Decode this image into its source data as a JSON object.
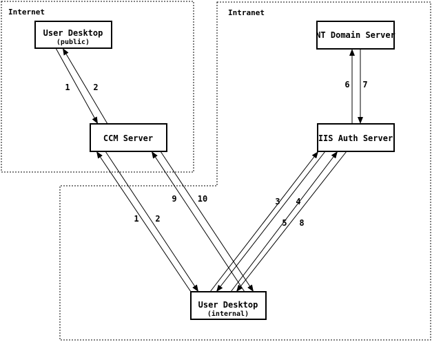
{
  "zones": {
    "internet": {
      "label": "Internet"
    },
    "intranet": {
      "label": "Intranet"
    }
  },
  "nodes": {
    "user_desktop_public": {
      "title": "User Desktop",
      "subtitle": "(public)"
    },
    "ccm_server": {
      "title": "CCM Server"
    },
    "nt_domain_server": {
      "title": "NT Domain Server"
    },
    "iis_auth_server": {
      "title": "IIS Auth Server"
    },
    "user_desktop_internal": {
      "title": "User Desktop",
      "subtitle": "(internal)"
    }
  },
  "steps": {
    "public_desktop_to_ccm": "1",
    "ccm_to_public_desktop": "2",
    "internal_desktop_to_ccm": "1",
    "ccm_to_internal_desktop": "2",
    "internal_desktop_to_iis": "3",
    "iis_to_internal_desktop": "4",
    "internal_desktop_to_iis_2": "5",
    "iis_to_internal_desktop_2": "8",
    "iis_to_nt_domain": "6",
    "nt_domain_to_iis": "7",
    "internal_desktop_to_ccm_2": "9",
    "ccm_to_internal_desktop_2": "10"
  },
  "colors": {
    "line": "#000000",
    "background": "#ffffff",
    "box_fill": "#ffffff",
    "text": "#000000"
  }
}
